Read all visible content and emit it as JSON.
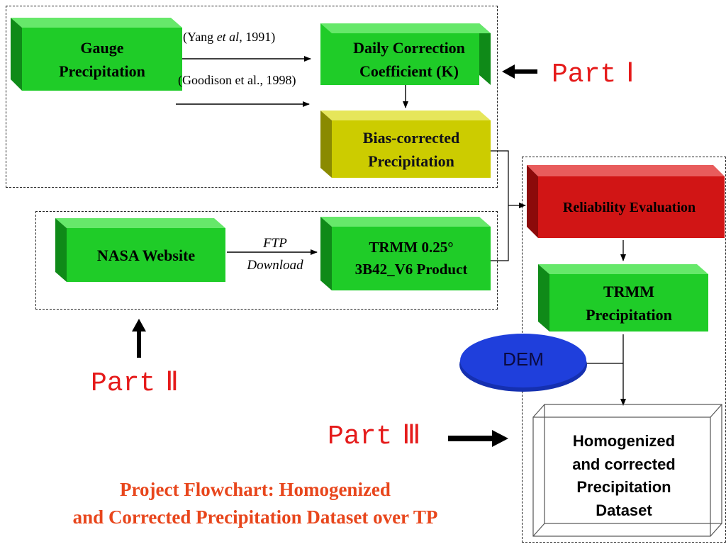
{
  "diagram": {
    "nodes": {
      "gauge": "Gauge\nPrecipitation",
      "daily_k": "Daily Correction\nCoefficient (K)",
      "bias_corrected": "Bias-corrected\nPrecipitation",
      "nasa": "NASA Website",
      "trmm_product": "TRMM 0.25°\n3B42_V6 Product",
      "reliability": "Reliability Evaluation",
      "trmm_precip": "TRMM\nPrecipitation",
      "dem": "DEM",
      "final": "Homogenized\nand corrected\nPrecipitation\nDataset"
    },
    "edge_labels": {
      "yang_prefix": "(Yang ",
      "yang_italic": "et al",
      "yang_suffix": ", 1991)",
      "goodison": "(Goodison et al., 1998)",
      "ftp_line1": "FTP",
      "ftp_line2": "Download"
    },
    "edges": [
      {
        "from": "gauge",
        "to": "daily_k",
        "label": "(Yang et al, 1991)"
      },
      {
        "from": "gauge",
        "to": "bias_corrected",
        "label": "(Goodison et al., 1998)"
      },
      {
        "from": "daily_k",
        "to": "bias_corrected"
      },
      {
        "from": "nasa",
        "to": "trmm_product",
        "label": "FTP Download"
      },
      {
        "from": "bias_corrected",
        "to": "reliability"
      },
      {
        "from": "trmm_product",
        "to": "reliability"
      },
      {
        "from": "reliability",
        "to": "trmm_precip"
      },
      {
        "from": "trmm_precip",
        "to": "final"
      },
      {
        "from": "dem",
        "to": "final"
      }
    ],
    "parts": {
      "part1_word": "Part",
      "part1_num": "Ⅰ",
      "part2_word": "Part",
      "part2_num": "Ⅱ",
      "part3_word": "Part",
      "part3_num": "Ⅲ"
    },
    "title_line1": "Project Flowchart: Homogenized",
    "title_line2": "and Corrected Precipitation Dataset over TP"
  },
  "colors": {
    "green_face": "#1fcc28",
    "green_top": "#66e86a",
    "green_side": "#0f8a18",
    "yellow_face": "#cccc00",
    "yellow_top": "#e6e65a",
    "yellow_side": "#8a8a00",
    "red_face": "#d11515",
    "red_top": "#e85c5c",
    "red_side": "#8c0a0a",
    "dem_fill": "#1f3fdc",
    "part_label": "#e51b1b",
    "title": "#e8461c"
  }
}
